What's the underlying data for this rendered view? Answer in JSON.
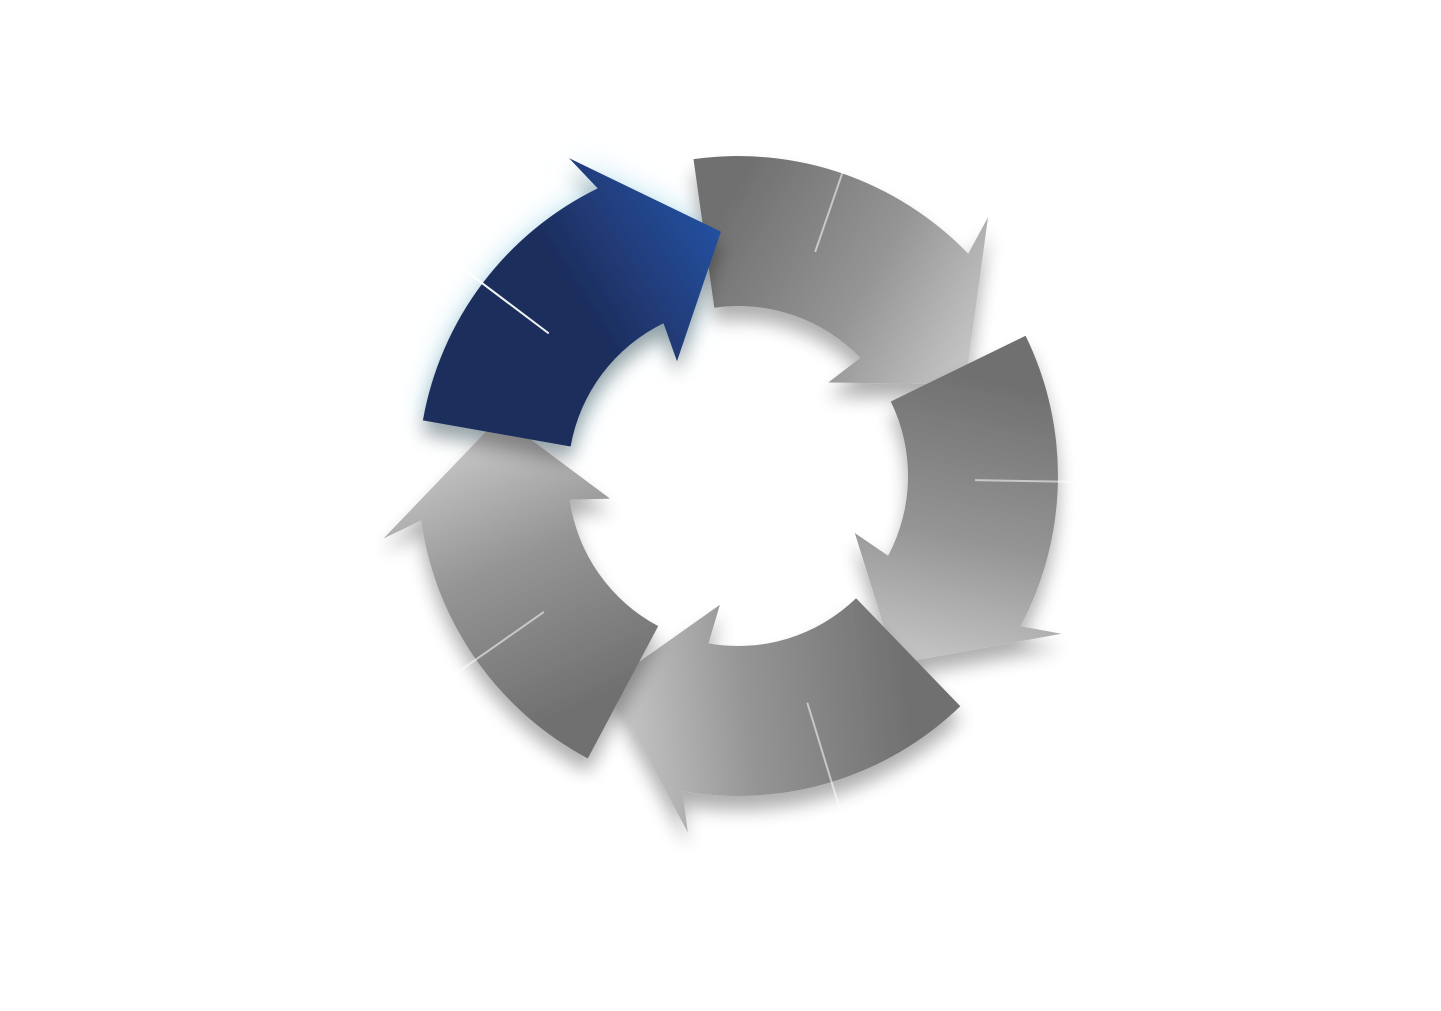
{
  "diagram": {
    "type": "cycle",
    "segment_count": 5,
    "direction": "clockwise",
    "highlighted_segment": 0,
    "colors": {
      "background": "#ffffff",
      "highlight_dark": "#1e2d5c",
      "highlight_light": "#2450a0",
      "glow": "#bfe6f4",
      "gray_dark": "#6f6f6f",
      "gray_mid": "#959595",
      "gray_light": "#c8c8c8",
      "divider": "#ffffff"
    },
    "segments": [
      {
        "id": "segment-1",
        "highlighted": true
      },
      {
        "id": "segment-2",
        "highlighted": false
      },
      {
        "id": "segment-3",
        "highlighted": false
      },
      {
        "id": "segment-4",
        "highlighted": false
      },
      {
        "id": "segment-5",
        "highlighted": false
      }
    ]
  }
}
